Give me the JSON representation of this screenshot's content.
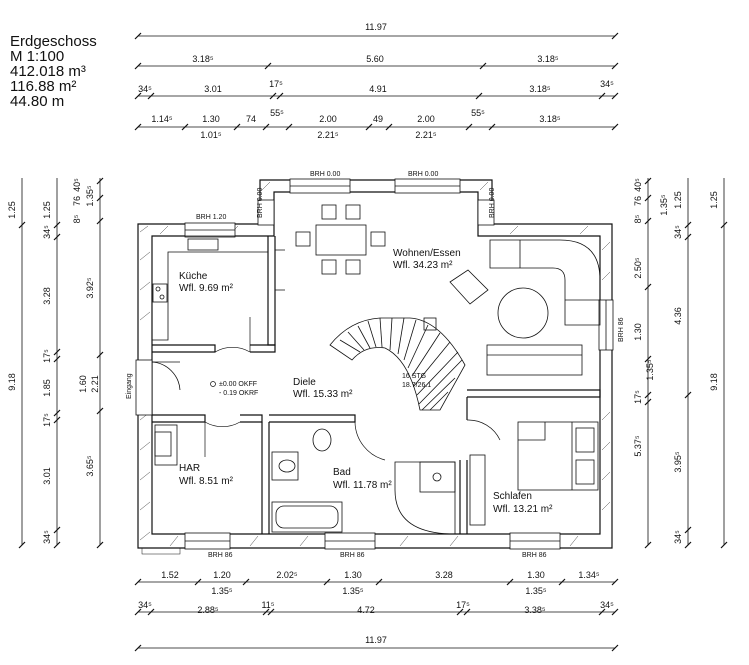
{
  "info": {
    "title": "Erdgeschoss",
    "scale": "M 1:100",
    "volume": "412.018 m³",
    "area": "116.88 m²",
    "perimeter": "44.80 m"
  },
  "rooms": [
    {
      "name": "Küche",
      "area": "Wfl. 9.69 m²"
    },
    {
      "name": "Wohnen/Essen",
      "area": "Wfl. 34.23 m²"
    },
    {
      "name": "Diele",
      "area": "Wfl. 15.33 m²"
    },
    {
      "name": "HAR",
      "area": "Wfl. 8.51 m²"
    },
    {
      "name": "Bad",
      "area": "Wfl. 11.78 m²"
    },
    {
      "name": "Schlafen",
      "area": "Wfl. 13.21 m²"
    }
  ],
  "labels": {
    "stair_count": "16 STG",
    "stair_ratio": "18.7/26.1",
    "level_1": "±0.00 OKFF",
    "level_2": "- 0.19 OKRF",
    "entrance": "Eingang",
    "brh_top_1": "BRH 0.00",
    "brh_top_2": "BRH 0.00",
    "brh_kitchen": "BRH 1.20",
    "brh_left": "BRH 0.00",
    "brh_right": "BRH 0.00",
    "brh_east": "BRH 86",
    "brh_bottom_1": "BRH 86",
    "brh_bottom_2": "BRH 86",
    "brh_bottom_3": "BRH 86"
  },
  "dims_top": {
    "total": "11.97",
    "row1": [
      "3.18⁵",
      "5.60",
      "3.18⁵"
    ],
    "row2": [
      "34⁵",
      "3.01",
      "17⁵",
      "4.91",
      "3.18⁵",
      "34⁵"
    ],
    "row3_upper": [
      "1.14⁵",
      "1.30",
      "74",
      "55⁵",
      "2.00",
      "49",
      "2.00",
      "55⁵",
      "3.18⁵"
    ],
    "row3_lower": [
      "1.01⁵",
      "2.21⁵",
      "2.21⁵"
    ]
  },
  "dims_bottom": {
    "row1_upper": [
      "1.52",
      "1.20",
      "2.02⁵",
      "1.30",
      "3.28",
      "1.30",
      "1.34⁵"
    ],
    "row1_lower": [
      "1.35⁵",
      "1.35⁵",
      "1.35⁵"
    ],
    "row2": [
      "34⁵",
      "2.88⁵",
      "11⁵",
      "4.72",
      "17⁵",
      "3.38⁵",
      "34⁵"
    ],
    "total": "11.97"
  },
  "dims_left": {
    "col1": [
      "1.25",
      "9.18"
    ],
    "col2": [
      "1.25",
      "34⁵",
      "3.28",
      "17⁵",
      "1.85",
      "17⁵",
      "3.01",
      "34⁵"
    ],
    "col3": [
      "8⁵",
      "76",
      "40⁵",
      "1.35⁵",
      "3.92⁵",
      "1.60",
      "2.21",
      "3.65⁵"
    ]
  },
  "dims_right": {
    "col1": [
      "8⁵",
      "76",
      "40⁵",
      "1.35⁵",
      "2.50⁵",
      "1.30",
      "1.35⁵",
      "17⁵",
      "5.37⁵"
    ],
    "col2": [
      "1.25",
      "34⁵",
      "4.36",
      "3.95⁵",
      "34⁵"
    ],
    "col3": [
      "1.25",
      "9.18"
    ]
  }
}
